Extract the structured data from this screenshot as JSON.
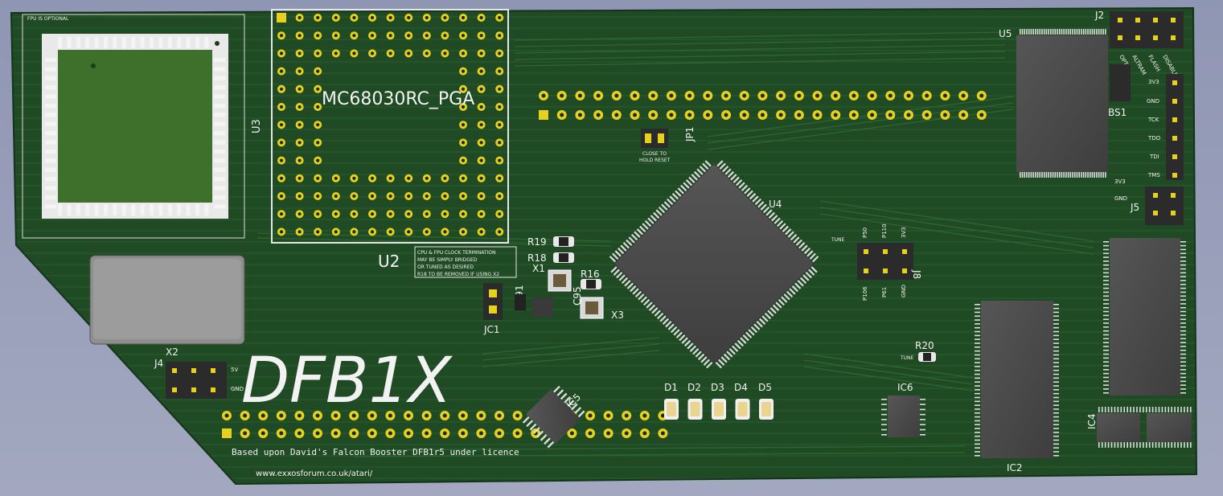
{
  "board": {
    "title": "DFB1X",
    "credit": "Based upon David's Falcon Booster DFB1r5 under licence",
    "url": "www.exxosforum.co.uk/atari/",
    "fpu_note": "FPU IS OPTIONAL",
    "clock_note": [
      "CPU & FPU CLOCK TERMINATION",
      "MAY BE SIMPLY BRIDGED",
      "OR TUNED AS DESIRED",
      "R18 TO BE REMOVED IF USING X2"
    ],
    "jp1_note": [
      "CLOSE TO",
      "HOLD RESET"
    ],
    "pga_label": "MC68030RC_PGA",
    "colors": {
      "pcb": "#1f4a24",
      "silk": "#f2f2f2",
      "pad": "#e6d21e",
      "chip": "#4a4a4a"
    }
  },
  "refs": {
    "u1": "U2",
    "u3": "U3",
    "u4": "U4",
    "u5": "U5",
    "ic1": "JC1",
    "ic2": "IC2",
    "ic4": "IC4",
    "ic5": "IC5",
    "ic6": "IC6",
    "j2": "J2",
    "j4": "J4",
    "j5": "J5",
    "j8": "J8",
    "jp1": "JP1",
    "bs1": "BS1",
    "x1": "X1",
    "x2": "X2",
    "x3": "X3",
    "r16": "R16",
    "r18": "R18",
    "r19": "R19",
    "r20": "R20",
    "r91": "R91",
    "c95": "C95",
    "d1": "D1",
    "d2": "D2",
    "d3": "D3",
    "d4": "D4",
    "d5": "D5"
  },
  "pins": {
    "j4_5v": "5V",
    "j4_gnd": "GND",
    "jtag": [
      "3V3",
      "GND",
      "TCK",
      "TDO",
      "TDI",
      "TMS"
    ],
    "j5_3v3": "3V3",
    "j5_gnd": "GND",
    "j2": [
      "OPT",
      "ALTRAM",
      "FLASH",
      "DISABLE"
    ],
    "j8_top": [
      "P50",
      "P110",
      "3V3"
    ],
    "j8_bottom": [
      "P106",
      "P61",
      "GND"
    ],
    "j8_side": "TUNE",
    "r20_side": "TUNE"
  }
}
